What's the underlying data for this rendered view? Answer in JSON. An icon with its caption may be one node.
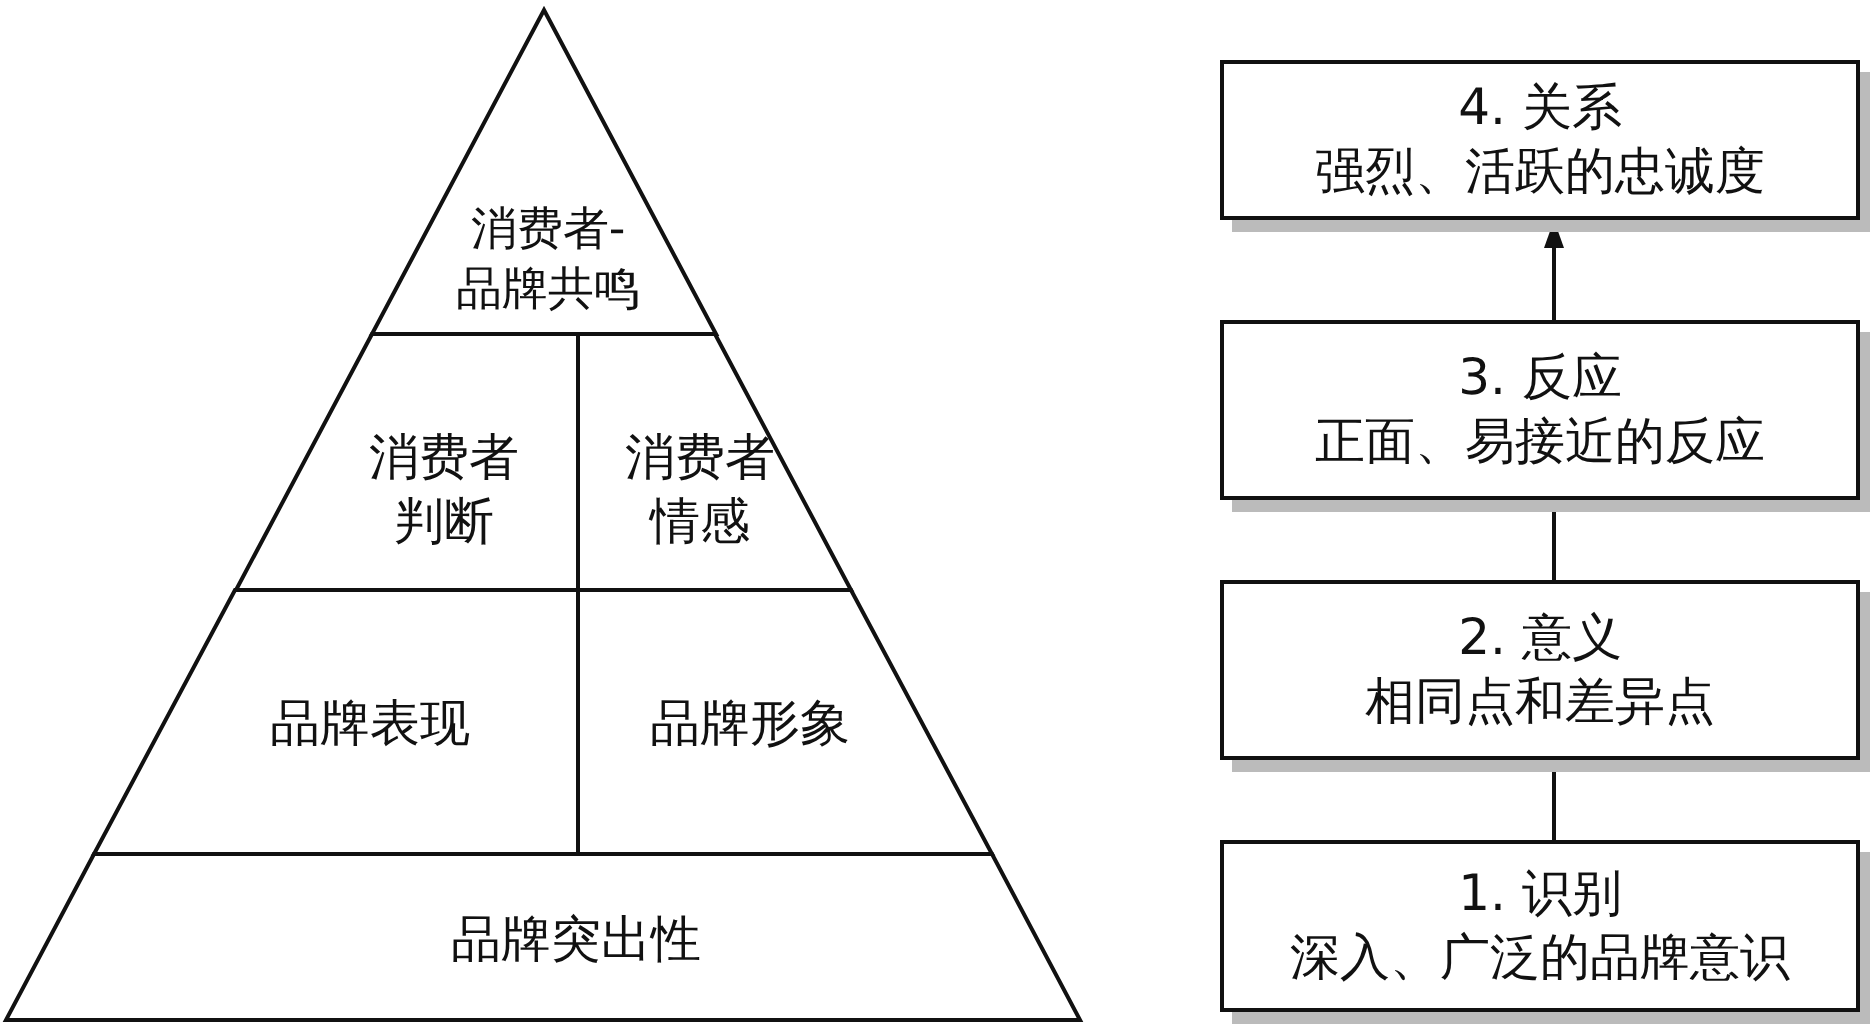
{
  "diagram": {
    "nodes": [
      {
        "text": [
          "消费者-品牌共鸣"
        ]
      },
      {
        "text": [
          "消费者判断"
        ]
      },
      {
        "text": [
          "消费者情感"
        ]
      },
      {
        "text": [
          "品牌表现"
        ]
      },
      {
        "text": [
          "品牌形象"
        ]
      },
      {
        "text": [
          "品牌突出性"
        ]
      },
      {
        "text": [
          "4. 关系",
          "强烈、活跃的忠诚度"
        ]
      },
      {
        "text": [
          "3. 反应",
          "正面、易接近的反应"
        ]
      },
      {
        "text": [
          "2. 意义",
          "相同点和差异点"
        ]
      },
      {
        "text": [
          "1. 识别",
          "深入、广泛的品牌意识"
        ]
      }
    ],
    "edges": [
      {
        "from": 9,
        "to": 8,
        "arrow": "none"
      },
      {
        "from": 8,
        "to": 7,
        "arrow": "none"
      },
      {
        "from": 7,
        "to": 6,
        "arrow": "to"
      }
    ]
  }
}
